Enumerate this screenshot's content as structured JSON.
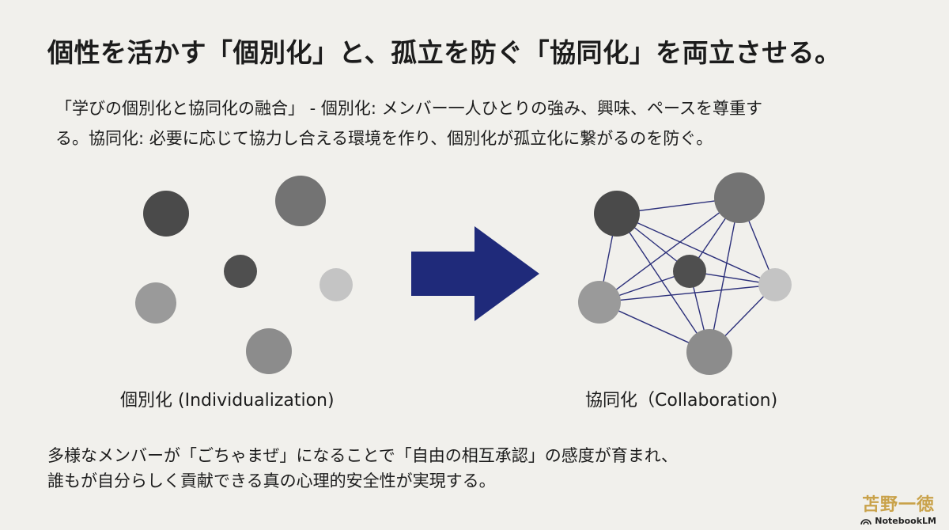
{
  "title": "個性を活かす「個別化」と、孤立を防ぐ「協同化」を両立させる。",
  "subtitle": {
    "line1": "「学びの個別化と協同化の融合」 - 個別化: メンバー一人ひとりの強み、興味、ペースを尊重す",
    "line2": "る。協同化: 必要に応じて協力し合える環境を作り、個別化が孤立化に繋がるのを防ぐ。"
  },
  "diagram": {
    "left_label": "個別化 (Individualization)",
    "right_label": "協同化（Collaboration)",
    "left_nodes": [
      {
        "name": "node-dark-topleft",
        "shade": "#4a4a4a"
      },
      {
        "name": "node-mid-topright",
        "shade": "#737373"
      },
      {
        "name": "node-dark-center",
        "shade": "#4f4f4f"
      },
      {
        "name": "node-light-left",
        "shade": "#9a9a9a"
      },
      {
        "name": "node-light-right",
        "shade": "#c4c4c4"
      },
      {
        "name": "node-mid-bottom",
        "shade": "#8c8c8c"
      }
    ],
    "arrow_color": "#1f2a7a",
    "edge_color": "#2b2f7a"
  },
  "bottom": {
    "line1": "多様なメンバーが「ごちゃまぜ」になることで「自由の相互承認」の感度が育まれ、",
    "line2": "誰もが自分らしく貢献できる真の心理的安全性が実現する。"
  },
  "author": "苫野一徳",
  "brand": "NotebookLM"
}
